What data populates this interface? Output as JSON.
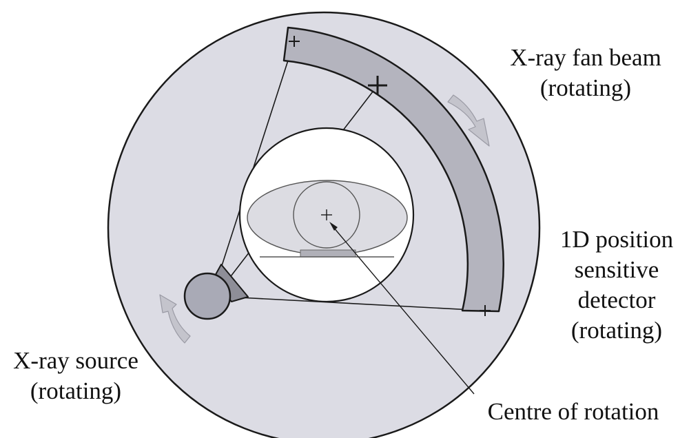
{
  "labels": {
    "fan_beam": {
      "line1": "X-ray fan beam",
      "line2": "(rotating)"
    },
    "detector": {
      "line1": "1D position",
      "line2": "sensitive",
      "line3": "detector",
      "line4": "(rotating)"
    },
    "source": {
      "line1": "X-ray source",
      "line2": "(rotating)"
    },
    "centre": {
      "line1": "Centre of rotation"
    }
  },
  "colors": {
    "gantry_fill": "#dcdce4",
    "bore_fill": "#ffffff",
    "detector_fill": "#b4b4be",
    "source_fill": "#a9aab6",
    "phantom_fill": "#dcdce2",
    "arrow_fill": "#c4c4cc",
    "stroke": "#1a1a1a"
  },
  "icons": {
    "rotation_arrow_right": "curved-arrow-clockwise-icon",
    "rotation_arrow_left": "curved-arrow-clockwise-icon"
  }
}
